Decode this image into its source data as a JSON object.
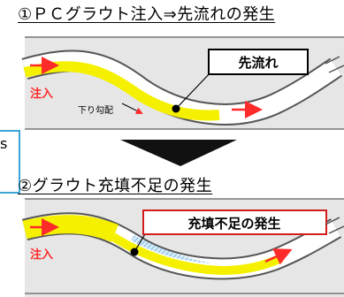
{
  "diagram": {
    "step1": {
      "heading": "①ＰＣグラウト注入⇒先流れの発生",
      "inject_label": "注入",
      "callout_label": "先流れ",
      "slope_label": "下り勾配"
    },
    "step2": {
      "heading": "②グラウト充填不足の発生",
      "inject_label": "注入",
      "callout_label": "充填不足の発生"
    },
    "colors": {
      "grout": "#f4f000",
      "duct_outline": "#555555",
      "arrow": "#ff2a2a",
      "callout_border_2": "#d41c1c",
      "panel_bg": "#e6e6e6",
      "hatch": "#79b8e6",
      "side_box": "#3ba3d6"
    }
  }
}
